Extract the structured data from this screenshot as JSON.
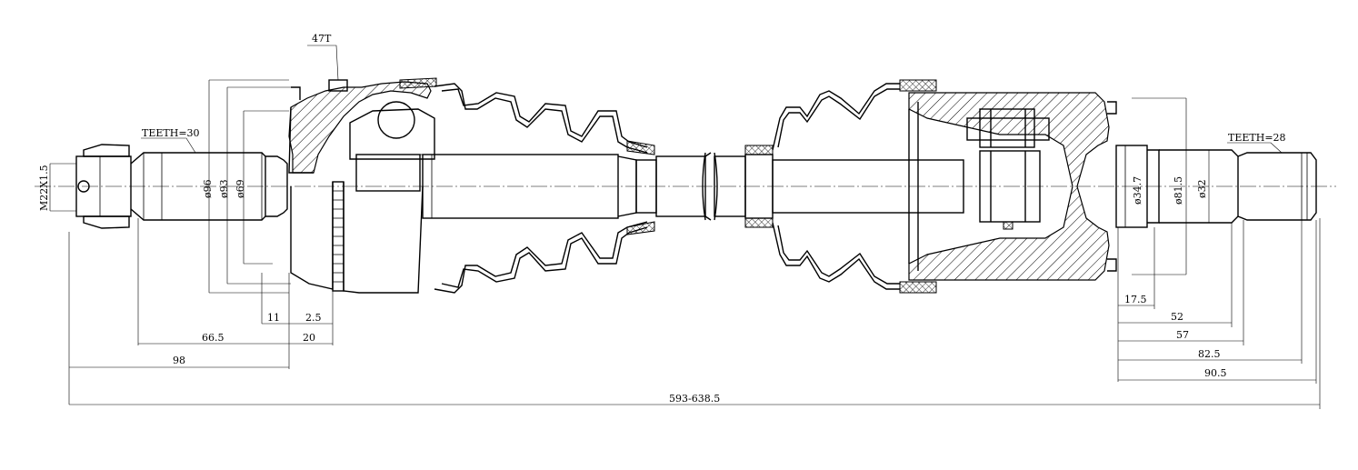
{
  "labels": {
    "outer_teeth": "TEETH=30",
    "inner_teeth": "TEETH=28",
    "abs_ring": "47T",
    "thread": "M22X1.5"
  },
  "diameters": {
    "d96": "ø96",
    "d93": "ø93",
    "d69": "ø69",
    "d34_7": "ø34.7",
    "d81_5": "ø81.5",
    "d32": "ø32"
  },
  "dimensions": {
    "d11": "11",
    "d2_5": "2.5",
    "d66_5": "66.5",
    "d20": "20",
    "d98": "98",
    "d17_5": "17.5",
    "d52": "52",
    "d57": "57",
    "d82_5": "82.5",
    "d90_5": "90.5",
    "overall": "593-638.5"
  }
}
